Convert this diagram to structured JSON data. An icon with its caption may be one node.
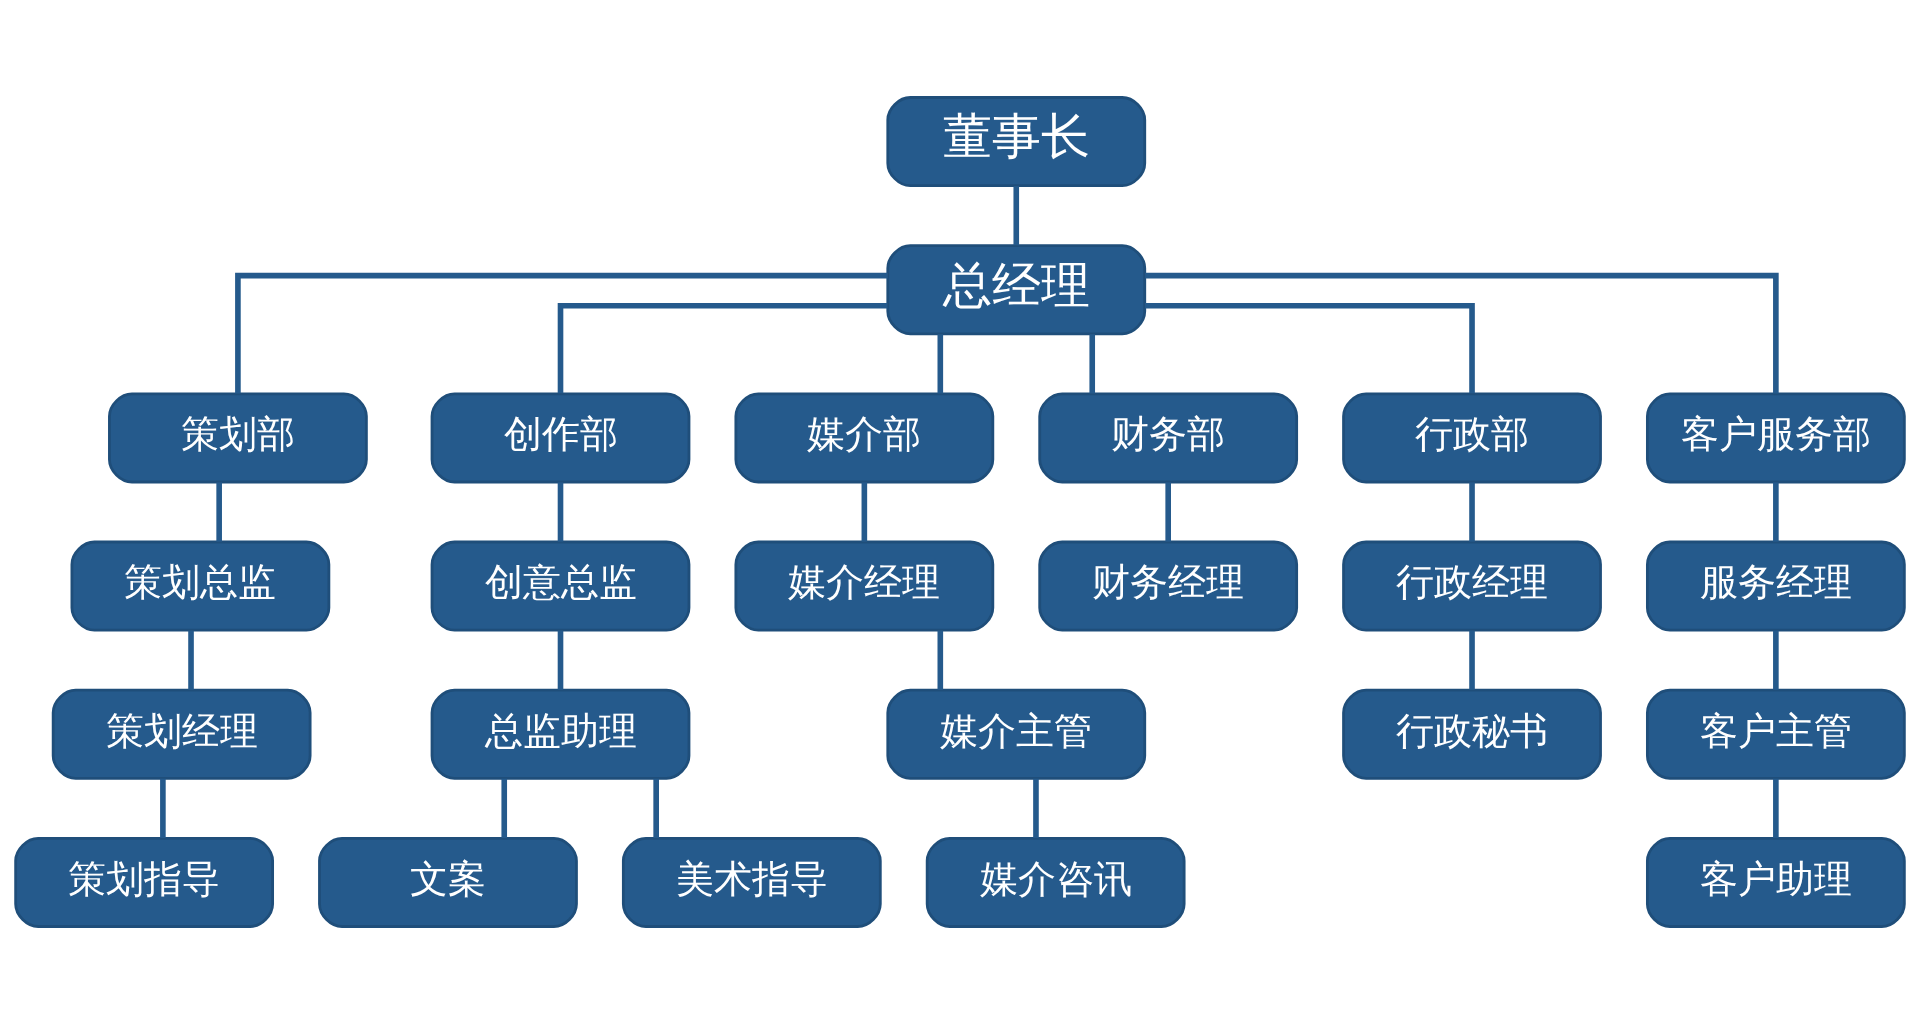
{
  "diagram": {
    "nodes": [
      {
        "text": [
          "董事长"
        ]
      },
      {
        "text": [
          "总经理"
        ]
      },
      {
        "text": [
          "策划部"
        ]
      },
      {
        "text": [
          "创作部"
        ]
      },
      {
        "text": [
          "媒介部"
        ]
      },
      {
        "text": [
          "财务部"
        ]
      },
      {
        "text": [
          "行政部"
        ]
      },
      {
        "text": [
          "客户服务部"
        ]
      },
      {
        "text": [
          "策划总监"
        ]
      },
      {
        "text": [
          "策划经理"
        ]
      },
      {
        "text": [
          "策划指导"
        ]
      },
      {
        "text": [
          "创意总监"
        ]
      },
      {
        "text": [
          "总监助理"
        ]
      },
      {
        "text": [
          "文案"
        ]
      },
      {
        "text": [
          "美术指导"
        ]
      },
      {
        "text": [
          "媒介经理"
        ]
      },
      {
        "text": [
          "媒介主管"
        ]
      },
      {
        "text": [
          "媒介咨讯"
        ]
      },
      {
        "text": [
          "财务经理"
        ]
      },
      {
        "text": [
          "行政经理"
        ]
      },
      {
        "text": [
          "行政秘书"
        ]
      },
      {
        "text": [
          "服务经理"
        ]
      },
      {
        "text": [
          "客户主管"
        ]
      },
      {
        "text": [
          "客户助理"
        ]
      }
    ],
    "edges": [
      {
        "from": 0,
        "to": 1,
        "arrow": "none"
      },
      {
        "from": 1,
        "to": 2,
        "arrow": "none"
      },
      {
        "from": 1,
        "to": 3,
        "arrow": "none"
      },
      {
        "from": 1,
        "to": 4,
        "arrow": "none"
      },
      {
        "from": 1,
        "to": 5,
        "arrow": "none"
      },
      {
        "from": 1,
        "to": 6,
        "arrow": "none"
      },
      {
        "from": 1,
        "to": 7,
        "arrow": "none"
      },
      {
        "from": 2,
        "to": 8,
        "arrow": "none"
      },
      {
        "from": 8,
        "to": 9,
        "arrow": "none"
      },
      {
        "from": 9,
        "to": 10,
        "arrow": "none"
      },
      {
        "from": 3,
        "to": 11,
        "arrow": "none"
      },
      {
        "from": 11,
        "to": 12,
        "arrow": "none"
      },
      {
        "from": 12,
        "to": 13,
        "arrow": "none"
      },
      {
        "from": 12,
        "to": 14,
        "arrow": "none"
      },
      {
        "from": 4,
        "to": 15,
        "arrow": "none"
      },
      {
        "from": 15,
        "to": 16,
        "arrow": "none"
      },
      {
        "from": 16,
        "to": 17,
        "arrow": "none"
      },
      {
        "from": 5,
        "to": 18,
        "arrow": "none"
      },
      {
        "from": 6,
        "to": 19,
        "arrow": "none"
      },
      {
        "from": 19,
        "to": 20,
        "arrow": "none"
      },
      {
        "from": 7,
        "to": 21,
        "arrow": "none"
      },
      {
        "from": 21,
        "to": 22,
        "arrow": "none"
      },
      {
        "from": 22,
        "to": 23,
        "arrow": "none"
      }
    ]
  }
}
